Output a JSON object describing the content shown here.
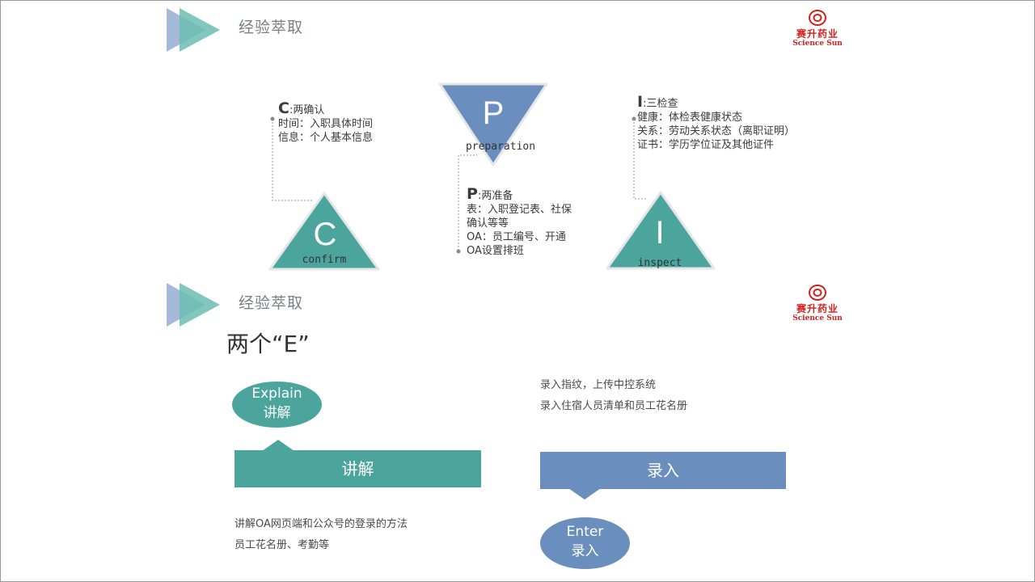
{
  "slide1": {
    "title": "经验萃取",
    "logo": {
      "cn": "赛升药业",
      "en": "Science Sun"
    },
    "confirm": {
      "letter": "C",
      "word": "confirm",
      "head_letter": "C",
      "head_text": ":两确认",
      "lines": [
        "时间：入职具体时间",
        "信息：个人基本信息"
      ]
    },
    "preparation": {
      "letter": "P",
      "word": "preparation",
      "head_letter": "P",
      "head_text": ":两准备",
      "lines": [
        "表：入职登记表、社保",
        "确认等等",
        "OA：员工编号、开通",
        "OA设置排班"
      ]
    },
    "inspect": {
      "letter": "I",
      "word": "inspect",
      "head_letter": "I",
      "head_text": ":三检查",
      "lines": [
        "健康：体检表健康状态",
        "关系：劳动关系状态（离职证明）",
        "证书：学历学位证及其他证件"
      ]
    }
  },
  "slide2": {
    "title": "经验萃取",
    "logo": {
      "cn": "赛升药业",
      "en": "Science Sun"
    },
    "heading": "两个“E”",
    "explain": {
      "en": "Explain",
      "cn": "讲解",
      "bar": "讲解",
      "notes": [
        "讲解OA网页端和公众号的登录的方法",
        "员工花名册、考勤等"
      ]
    },
    "enter": {
      "en": "Enter",
      "cn": "录入",
      "bar": "录入",
      "notes": [
        "录入指纹，上传中控系统",
        "录入住宿人员清单和员工花名册"
      ]
    }
  },
  "colors": {
    "teal": "#4ba59d",
    "blue": "#6a8fbe",
    "logo_red": "#d0211c"
  }
}
